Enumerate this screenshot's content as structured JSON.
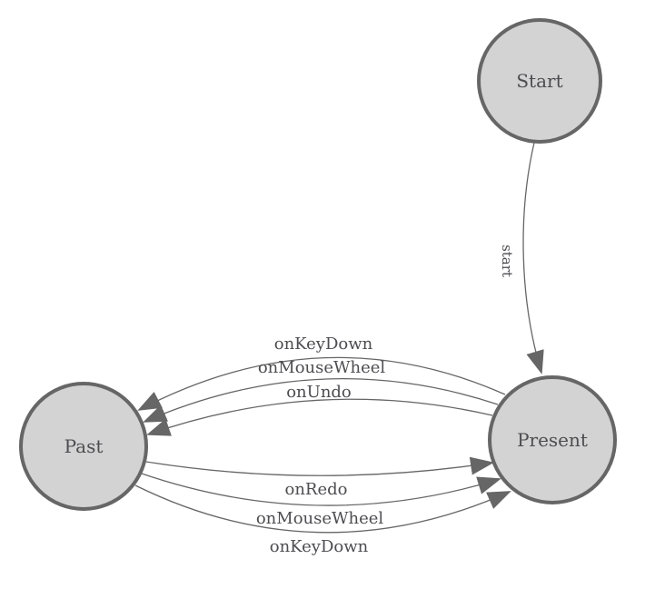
{
  "diagram": {
    "type": "state-machine",
    "colors": {
      "background": "#ffffff",
      "node_fill": "#d3d3d3",
      "node_border": "#666666",
      "edge": "#666666",
      "text": "#4d4d51"
    },
    "nodes": [
      {
        "id": "start",
        "label": "Start"
      },
      {
        "id": "present",
        "label": "Present"
      },
      {
        "id": "past",
        "label": "Past"
      }
    ],
    "edges": [
      {
        "from": "Start",
        "to": "Present",
        "label": "start"
      },
      {
        "from": "Present",
        "to": "Past",
        "label": "onKeyDown"
      },
      {
        "from": "Present",
        "to": "Past",
        "label": "onMouseWheel"
      },
      {
        "from": "Present",
        "to": "Past",
        "label": "onUndo"
      },
      {
        "from": "Past",
        "to": "Present",
        "label": "onRedo"
      },
      {
        "from": "Past",
        "to": "Present",
        "label": "onMouseWheel"
      },
      {
        "from": "Past",
        "to": "Present",
        "label": "onKeyDown"
      }
    ]
  }
}
